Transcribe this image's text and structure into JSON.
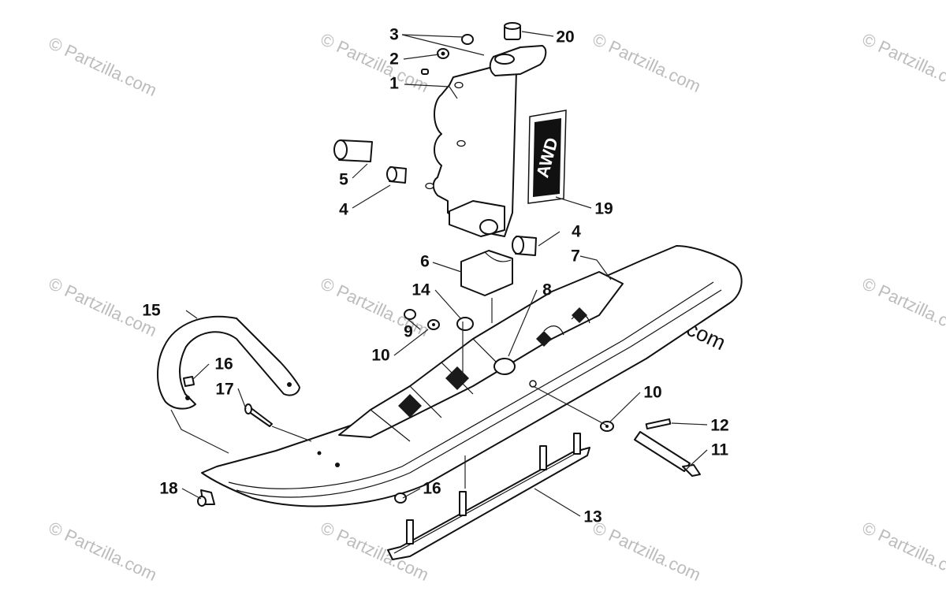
{
  "watermark": {
    "text": "© Partzilla.com"
  },
  "decal": {
    "text": "AWD"
  },
  "callouts": [
    {
      "id": "callout-3",
      "number": "3"
    },
    {
      "id": "callout-2",
      "number": "2"
    },
    {
      "id": "callout-1",
      "number": "1"
    },
    {
      "id": "callout-20",
      "number": "20"
    },
    {
      "id": "callout-5",
      "number": "5"
    },
    {
      "id": "callout-4-left",
      "number": "4"
    },
    {
      "id": "callout-19",
      "number": "19"
    },
    {
      "id": "callout-4-right",
      "number": "4"
    },
    {
      "id": "callout-6",
      "number": "6"
    },
    {
      "id": "callout-7",
      "number": "7"
    },
    {
      "id": "callout-14",
      "number": "14"
    },
    {
      "id": "callout-8",
      "number": "8"
    },
    {
      "id": "callout-15",
      "number": "15"
    },
    {
      "id": "callout-9",
      "number": "9"
    },
    {
      "id": "callout-10-left",
      "number": "10"
    },
    {
      "id": "callout-16-top",
      "number": "16"
    },
    {
      "id": "callout-17",
      "number": "17"
    },
    {
      "id": "callout-10-right",
      "number": "10"
    },
    {
      "id": "callout-12",
      "number": "12"
    },
    {
      "id": "callout-11",
      "number": "11"
    },
    {
      "id": "callout-18",
      "number": "18"
    },
    {
      "id": "callout-16-bottom",
      "number": "16"
    },
    {
      "id": "callout-13",
      "number": "13"
    }
  ]
}
